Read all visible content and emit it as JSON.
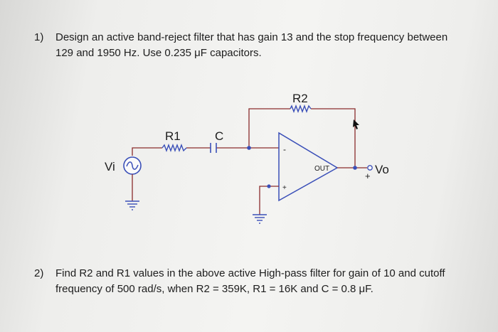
{
  "questions": [
    {
      "number": "1)",
      "line1": "Design an active band-reject filter that has gain 13 and the stop frequency between",
      "line2": "129 and 1950 Hz. Use 0.235 μF capacitors."
    },
    {
      "number": "2)",
      "line1": "Find R2 and R1 values in the above active High-pass filter for gain of 10 and cutoff",
      "line2": "frequency of 500 rad/s, when R2 = 359K, R1 = 16K and C = 0.8 μF."
    }
  ],
  "circuit": {
    "source_label": "Vi",
    "r1_label": "R1",
    "c_label": "C",
    "r2_label": "R2",
    "opamp_out_label": "OUT",
    "opamp_minus": "-",
    "opamp_plus": "+",
    "output_label": "Vo",
    "output_sign": "+",
    "wire_color": "#8a2c2c",
    "node_color": "#3a4fb8",
    "component_color": "#3a4fb8"
  }
}
